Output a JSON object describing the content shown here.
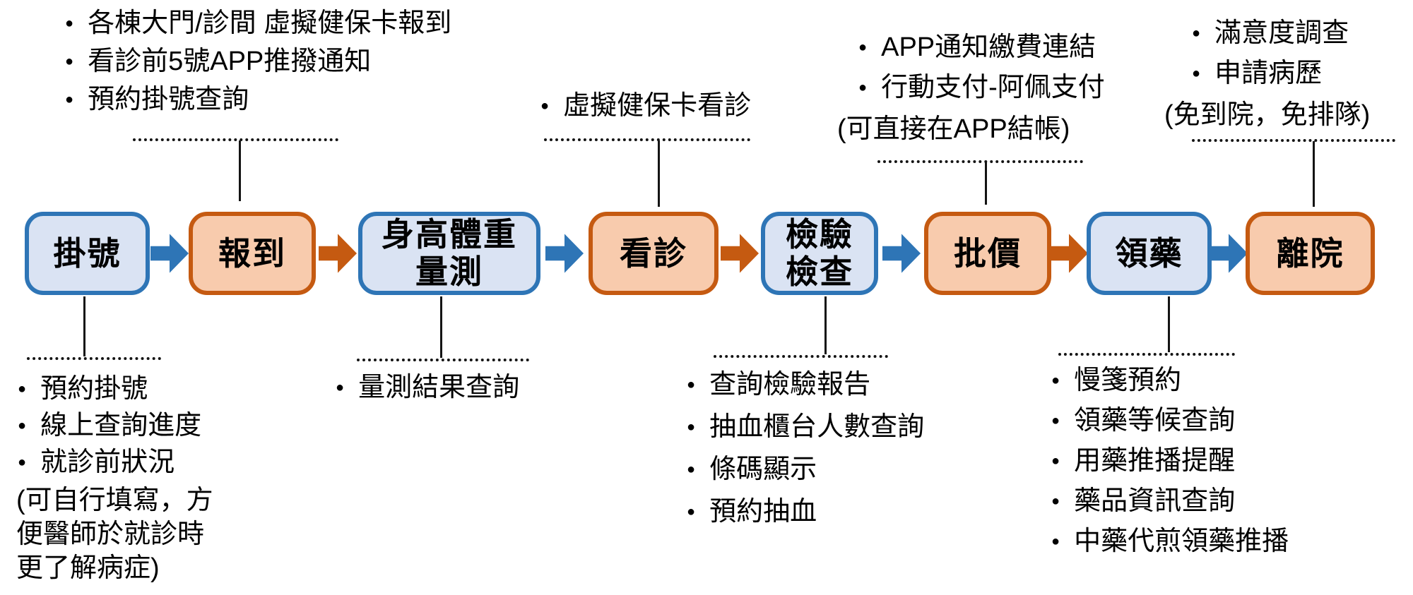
{
  "ui": {
    "bullet": "●"
  },
  "colors": {
    "blue_box_fill": "#dae3f3",
    "blue_box_border": "#2e75b6",
    "orange_box_fill": "#f8cbad",
    "orange_box_border": "#c55a11",
    "arrow_blue": "#2e75b6",
    "arrow_orange": "#c55a11",
    "text": "#000000",
    "connector_line": "#141414"
  },
  "flow": {
    "steps": [
      {
        "label": "掛號",
        "style": "blue"
      },
      {
        "label": "報到",
        "style": "orange"
      },
      {
        "label": "身高體重\n量測",
        "style": "blue"
      },
      {
        "label": "看診",
        "style": "orange"
      },
      {
        "label": "檢驗\n檢查",
        "style": "blue"
      },
      {
        "label": "批價",
        "style": "orange"
      },
      {
        "label": "領藥",
        "style": "blue"
      },
      {
        "label": "離院",
        "style": "orange"
      }
    ]
  },
  "annotations": {
    "checkin_top": {
      "items": [
        "各棟大門/診間 虛擬健保卡報到",
        "看診前5號APP推撥通知",
        "預約掛號查詢"
      ]
    },
    "consult_top": {
      "items": [
        "虛擬健保卡看診"
      ]
    },
    "billing_top": {
      "items": [
        "APP通知繳費連結",
        "行動支付-阿佩支付"
      ],
      "note": "(可直接在APP結帳)"
    },
    "discharge_top": {
      "items": [
        "滿意度調查",
        "申請病歷"
      ],
      "note": "(免到院，免排隊)"
    },
    "register_bottom": {
      "items": [
        "預約掛號",
        "線上查詢進度",
        "就診前狀況"
      ],
      "note": "(可自行填寫，方\n便醫師於就診時\n更了解病症)"
    },
    "measure_bottom": {
      "items": [
        "量測結果查詢"
      ]
    },
    "lab_bottom": {
      "items": [
        "查詢檢驗報告",
        "抽血櫃台人數查詢",
        "條碼顯示",
        "預約抽血"
      ]
    },
    "pharmacy_bottom": {
      "items": [
        "慢箋預約",
        "領藥等候查詢",
        "用藥推播提醒",
        "藥品資訊查詢",
        "中藥代煎領藥推播"
      ]
    }
  }
}
